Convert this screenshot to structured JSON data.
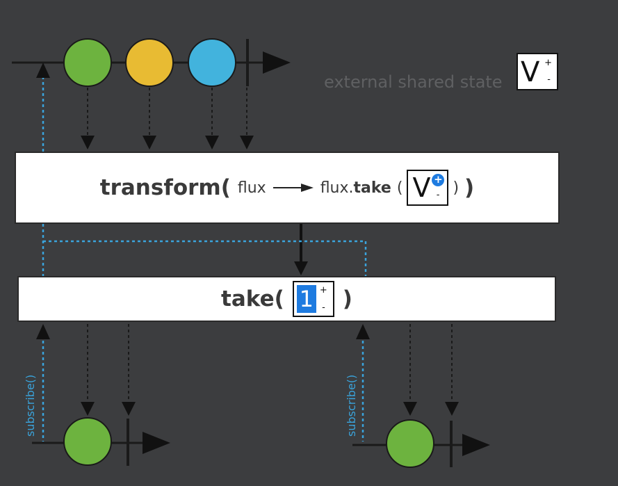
{
  "external_state": {
    "label": "external shared state",
    "var_letter": "V",
    "plus": "+",
    "minus": "-"
  },
  "transform": {
    "keyword": "transform(",
    "arg_in": "flux",
    "arg_out_prefix": "flux.",
    "arg_out_method": "take",
    "open_paren": "(",
    "close_inner": ")",
    "close_paren": ")",
    "var_letter": "V",
    "plus": "+",
    "minus": "-"
  },
  "take": {
    "keyword": "take(",
    "value": "1",
    "plus": "+",
    "minus": "-",
    "close_paren": ")"
  },
  "subscribe_label": "subscribe()",
  "colors": {
    "background": "#3c3d3f",
    "marble_green": "#6db33f",
    "marble_yellow": "#e8bb33",
    "marble_blue": "#42b3dd",
    "subscribe_blue": "#3aa4dc",
    "highlight_blue": "#1e7be0"
  },
  "marbles": {
    "source": [
      "green",
      "yellow",
      "blue"
    ],
    "subscriber_1": [
      "green"
    ],
    "subscriber_2": [
      "green"
    ]
  }
}
